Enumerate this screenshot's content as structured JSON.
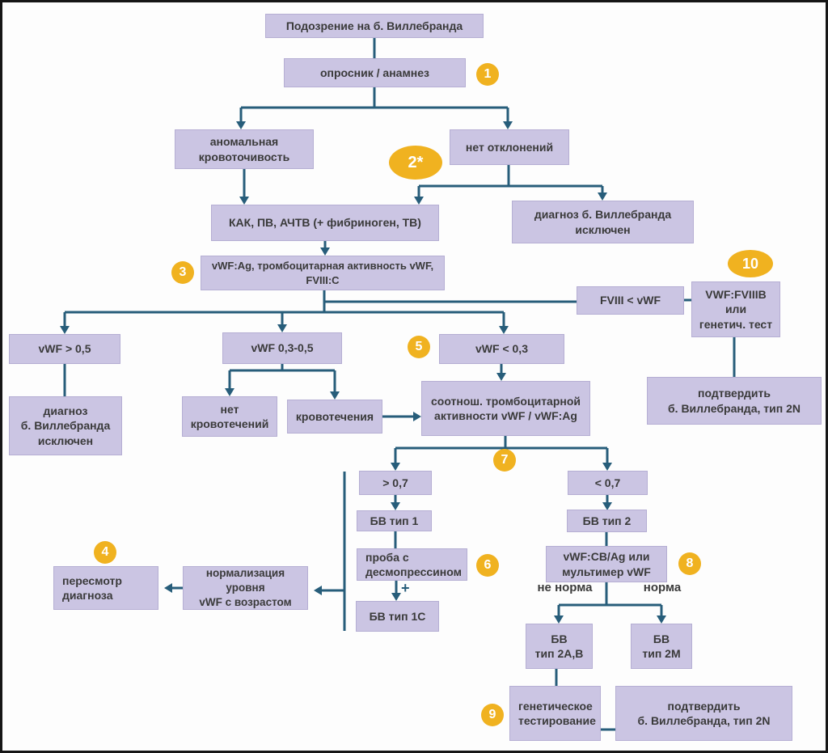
{
  "colors": {
    "box": "#cbc5e3",
    "box_border": "#b5aed3",
    "line": "#275d7a",
    "badge": "#f0b220",
    "badge_text": "#ffffff",
    "text": "#3a3a3a",
    "bg": "#fdfdfd",
    "frame": "#161616"
  },
  "nodes": {
    "suspect": {
      "text": "Подозрение на б. Виллебранда"
    },
    "quest": {
      "text": "опросник / анамнез"
    },
    "abnormal": {
      "text": "аномальная\nкровоточивость"
    },
    "nodev": {
      "text": "нет отклонений"
    },
    "kak": {
      "text": "КАК, ПВ, АЧТВ (+ фибриноген, ТВ)"
    },
    "excl_top": {
      "text": "диагноз б. Виллебранда\nисключен"
    },
    "vwfag": {
      "text": "vWF:Ag, тромбоцитарная активность vWF,\nFVIII:C"
    },
    "fviii": {
      "text": "FVIII < vWF"
    },
    "vwffviiib": {
      "text": "VWF:FVIIIB\nили\nгенетич. тест"
    },
    "gt05": {
      "text": "vWF > 0,5"
    },
    "mid": {
      "text": "vWF 0,3-0,5"
    },
    "lt03": {
      "text": "vWF < 0,3"
    },
    "excl_left": {
      "text": "диагноз\nб. Виллебранда\nисключен"
    },
    "nobleed": {
      "text": "нет\nкровотечений"
    },
    "bleed": {
      "text": "кровотечения"
    },
    "ratio": {
      "text": "соотнош. тромбоцитарной\nактивности vWF / vWF:Ag"
    },
    "conf2n_right": {
      "text": "подтвердить\nб. Виллебранда, тип 2N"
    },
    "gt07": {
      "text": "> 0,7"
    },
    "lt07": {
      "text": "< 0,7"
    },
    "bv1": {
      "text": "БВ тип 1"
    },
    "bv2": {
      "text": "БВ тип 2"
    },
    "desmo": {
      "text": "проба с\nдесмопрессином"
    },
    "cbag": {
      "text": "vWF:CB/Ag или\nмультимер vWF"
    },
    "review": {
      "text": "пересмотр\nдиагноза"
    },
    "norm": {
      "text": "нормализация уровня\nvWF с возрастом"
    },
    "bv1c": {
      "text": "БВ тип 1С"
    },
    "bv2ab": {
      "text": "БВ\nтип 2А,В"
    },
    "bv2m": {
      "text": "БВ\nтип 2М"
    },
    "gen": {
      "text": "генетическое\nтестирование"
    },
    "conf2n_bottom": {
      "text": "подтвердить\nб. Виллебранда, тип 2N"
    }
  },
  "badges": {
    "b1": "1",
    "b2": "2*",
    "b3": "3",
    "b4": "4",
    "b5": "5",
    "b6": "6",
    "b7": "7",
    "b8": "8",
    "b9": "9",
    "b10": "10"
  },
  "edge_labels": {
    "not_norm": "не норма",
    "norm": "норма",
    "plus": "+"
  }
}
